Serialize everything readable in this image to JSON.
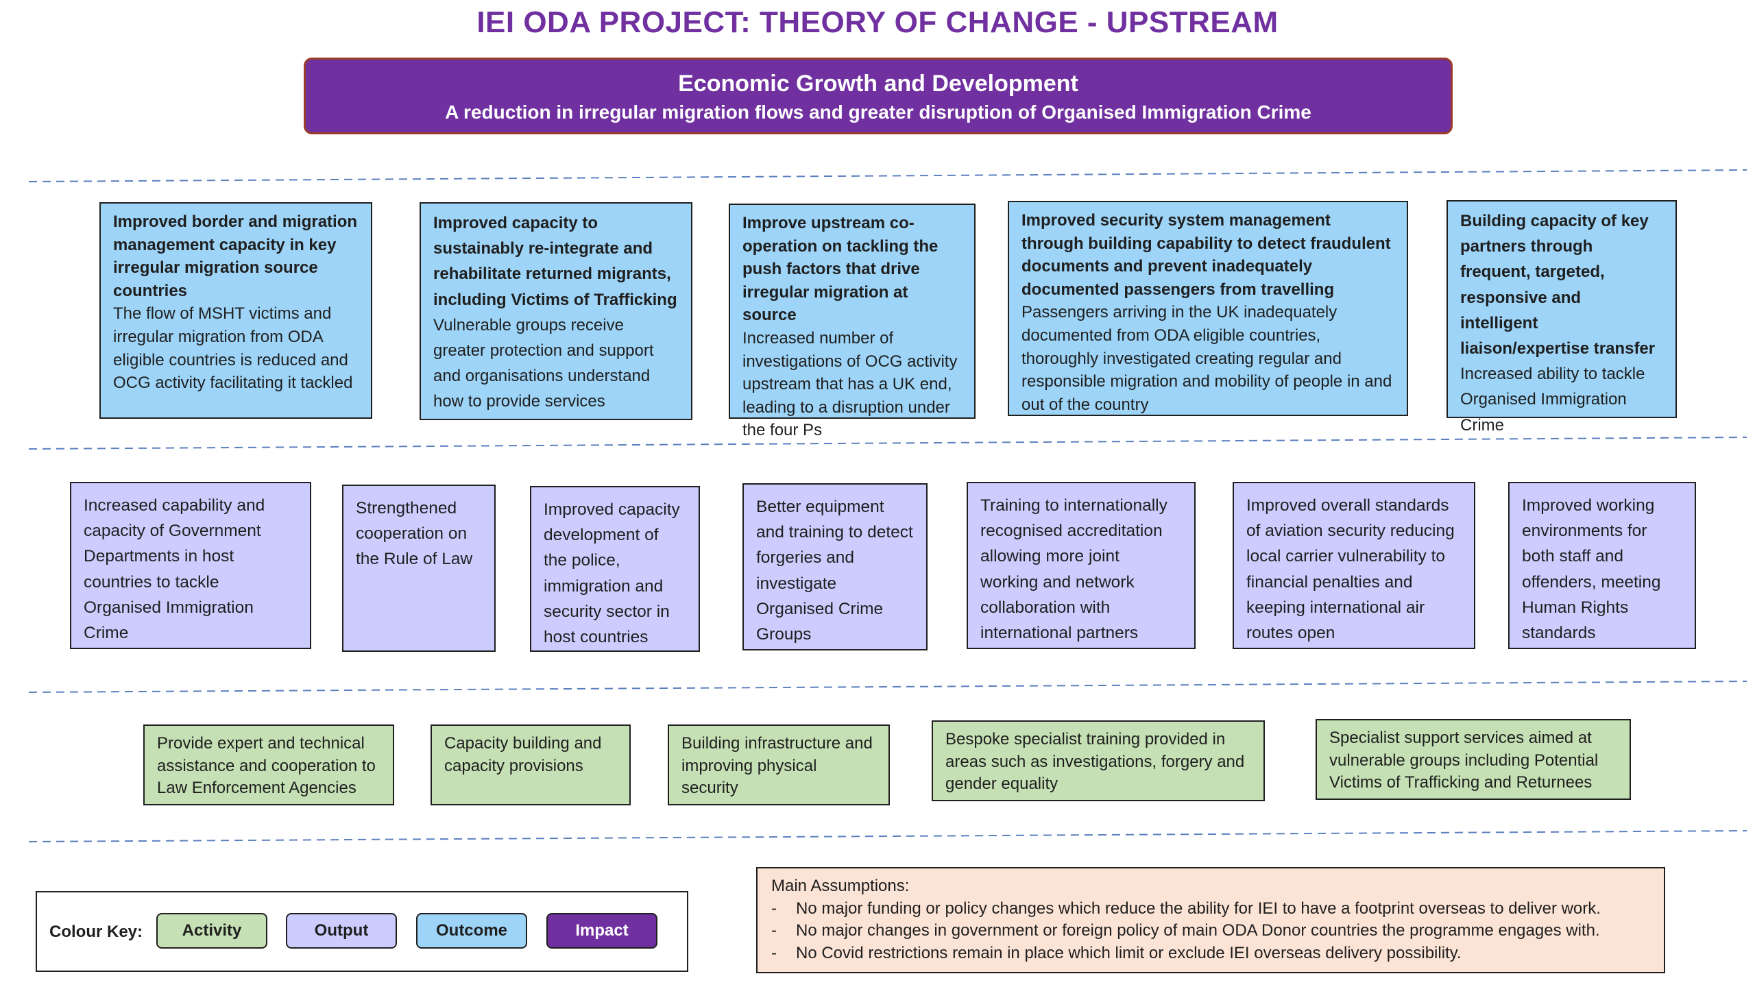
{
  "title": "IEI ODA PROJECT: THEORY OF CHANGE - UPSTREAM",
  "impact": {
    "heading": "Economic Growth and Development",
    "subheading": "A reduction in irregular migration flows and greater disruption of Organised Immigration Crime"
  },
  "outcomes": [
    {
      "heading": "Improved border and migration management capacity in key irregular migration source countries",
      "body": "The flow of MSHT victims and irregular migration from ODA eligible countries is reduced and OCG activity facilitating it tackled"
    },
    {
      "heading": "Improved capacity to sustainably re-integrate and rehabilitate returned migrants, including Victims of Trafficking",
      "body": "Vulnerable groups receive greater protection and  support and organisations understand how to provide services"
    },
    {
      "heading": "Improve upstream co-operation on tackling the push factors that drive irregular migration at source",
      "body": "Increased number of investigations of OCG activity upstream that has a UK end, leading to a disruption under the four Ps"
    },
    {
      "heading": "Improved security system management through building capability to detect fraudulent documents and prevent inadequately documented passengers from travelling",
      "body": "Passengers arriving in the UK inadequately documented from ODA eligible countries, thoroughly investigated creating regular and responsible migration and mobility of people in and out of the country"
    },
    {
      "heading": "Building capacity of key partners through frequent, targeted, responsive and intelligent liaison/expertise transfer",
      "body": "Increased ability to tackle Organised Immigration Crime"
    }
  ],
  "outputs": [
    "Increased capability and capacity of Government Departments in host countries to tackle Organised Immigration Crime",
    "Strengthened cooperation on the Rule of Law",
    "Improved capacity development of the police, immigration and security sector in host countries",
    "Better equipment and training to detect forgeries and investigate Organised Crime Groups",
    "Training to internationally recognised accreditation allowing more joint working and network collaboration with international partners",
    "Improved overall standards of aviation security reducing local carrier vulnerability to financial penalties and keeping international air routes open",
    "Improved working environments for both staff and offenders, meeting Human Rights standards"
  ],
  "activities": [
    "Provide expert and technical assistance and  cooperation to Law Enforcement Agencies",
    "Capacity building and capacity provisions",
    "Building infrastructure and improving physical security",
    "Bespoke specialist training provided in areas such as investigations, forgery and gender equality",
    "Specialist support services aimed at vulnerable groups including Potential Victims of Trafficking and Returnees"
  ],
  "assumptions": {
    "heading": "Main Assumptions:",
    "items": [
      "No major funding or policy changes which reduce the ability for IEI to have a footprint overseas to deliver work.",
      "No major changes in government or foreign policy of main ODA Donor countries the programme engages with.",
      "No Covid restrictions remain in place which limit or exclude IEI overseas delivery possibility."
    ]
  },
  "colour_key": {
    "label": "Colour Key:",
    "items": [
      {
        "label": "Activity",
        "color": "#c5e0b4"
      },
      {
        "label": "Output",
        "color": "#ccccff"
      },
      {
        "label": "Outcome",
        "color": "#9dd4f7"
      },
      {
        "label": "Impact",
        "color": "#7030a0"
      }
    ]
  },
  "colors": {
    "title": "#7030a0",
    "impact": "#7030a0",
    "outcome": "#9dd4f7",
    "output": "#ccccff",
    "activity": "#c5e0b4",
    "assumptions": "#fbe3d5",
    "divider": "#5b7fbf"
  }
}
